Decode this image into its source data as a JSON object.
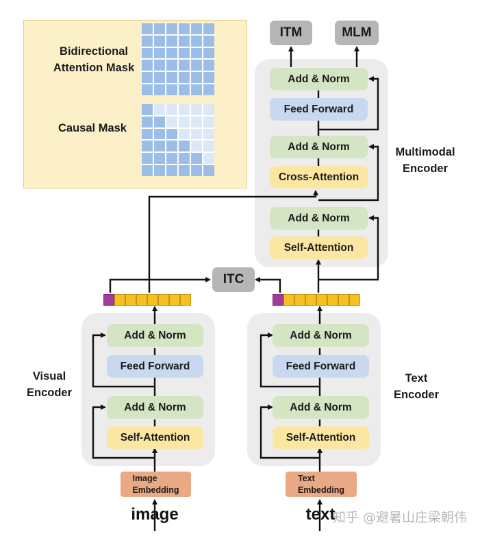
{
  "mask_panel": {
    "bidirectional_label": "Bidirectional\nAttention Mask",
    "causal_label": "Causal Mask"
  },
  "outputs": {
    "itm": "ITM",
    "mlm": "MLM",
    "itc": "ITC"
  },
  "multimodal_encoder": {
    "label": "Multimodal\nEncoder",
    "blocks": [
      "Add & Norm",
      "Feed Forward",
      "Add & Norm",
      "Cross-Attention",
      "Add & Norm",
      "Self-Attention"
    ]
  },
  "visual_encoder": {
    "label": "Visual\nEncoder",
    "blocks": [
      "Add & Norm",
      "Feed Forward",
      "Add & Norm",
      "Self-Attention"
    ],
    "embedding": "Image\nEmbedding",
    "input": "image"
  },
  "text_encoder": {
    "label": "Text\nEncoder",
    "blocks": [
      "Add & Norm",
      "Feed Forward",
      "Add & Norm",
      "Self-Attention"
    ],
    "embedding": "Text\nEmbedding",
    "input": "text"
  },
  "watermark": "知乎 @避暑山庄梁朝伟",
  "colors": {
    "add_norm": "#d4e5c4",
    "feed_forward": "#c8d8ef",
    "attention": "#fbe7a1",
    "embedding": "#e8a984",
    "output": "#b6b6b6",
    "cls_token": "#a23c9a",
    "token": "#f6c020",
    "mask_on": "#9bbde8",
    "mask_off": "#dde8f6"
  }
}
